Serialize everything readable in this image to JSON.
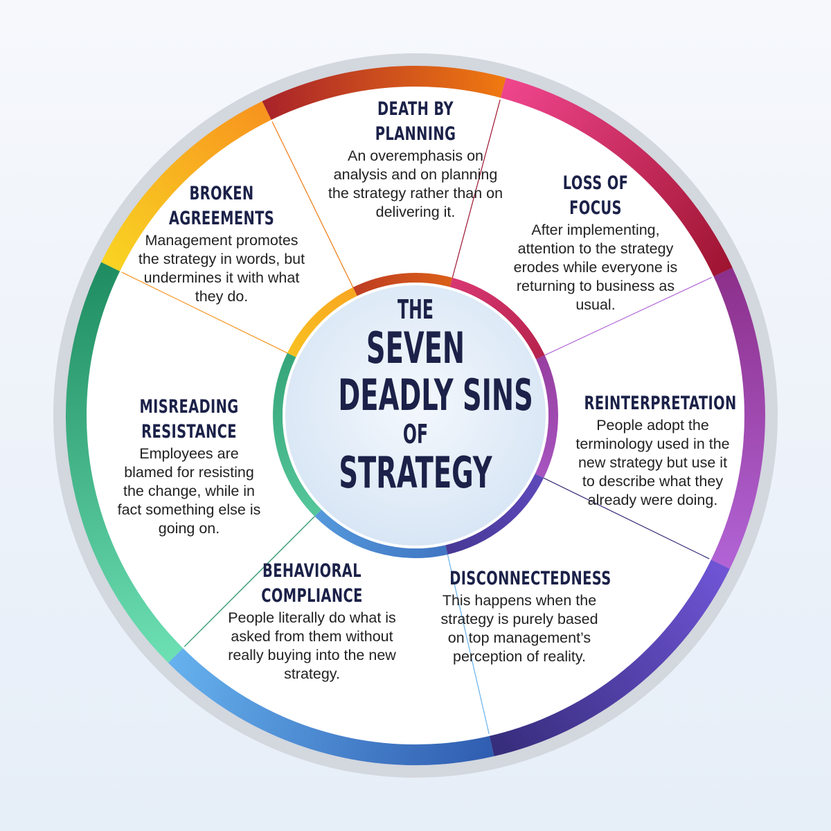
{
  "center": {
    "line1": "THE",
    "line2": "SEVEN",
    "line3": "DEADLY SINS",
    "line4": "OF",
    "line5": "STRATEGY"
  },
  "segments": [
    {
      "key": "death-by-planning",
      "title1": "DEATH BY",
      "title2": "PLANNING",
      "description": "An overemphasis on analysis and on planning the strategy rather than on delivering it.",
      "color_start": "#f9d423",
      "color_end": "#f7931e"
    },
    {
      "key": "loss-of-focus",
      "title1": "LOSS OF",
      "title2": "FOCUS",
      "description": "After implementing, attention to the strategy erodes while everyone is returning to business as usual.",
      "color_start": "#a8222a",
      "color_end": "#f07a10"
    },
    {
      "key": "reinterpretation",
      "title1": "REINTERPRETATION",
      "title2": "",
      "description": "People adopt the terminology used in the new strategy but use it to describe what they already were doing.",
      "color_start": "#f0468e",
      "color_end": "#9e1430"
    },
    {
      "key": "disconnectedness",
      "title1": "DISCONNECTEDNESS",
      "title2": "",
      "description": "This happens when the strategy is purely based on top management’s perception of reality.",
      "color_start": "#8c2f8a",
      "color_end": "#b264d6"
    },
    {
      "key": "behavioral-compliance",
      "title1": "BEHAVIORAL",
      "title2": "COMPLIANCE",
      "description": "People literally do what is asked from them without really buying into the new strategy.",
      "color_start": "#7055d6",
      "color_end": "#352c7a"
    },
    {
      "key": "misreading-resistance",
      "title1": "MISREADING",
      "title2": "RESISTANCE",
      "description": "Employees are blamed for resisting the change, while in fact something else is going on.",
      "color_start": "#2f5cb0",
      "color_end": "#66b2ee"
    },
    {
      "key": "broken-agreements",
      "title1": "BROKEN",
      "title2": "AGREEMENTS",
      "description": "Management promotes the strategy in words, but undermines it with what they do.",
      "color_start": "#6de0b4",
      "color_end": "#1e8c60"
    }
  ]
}
